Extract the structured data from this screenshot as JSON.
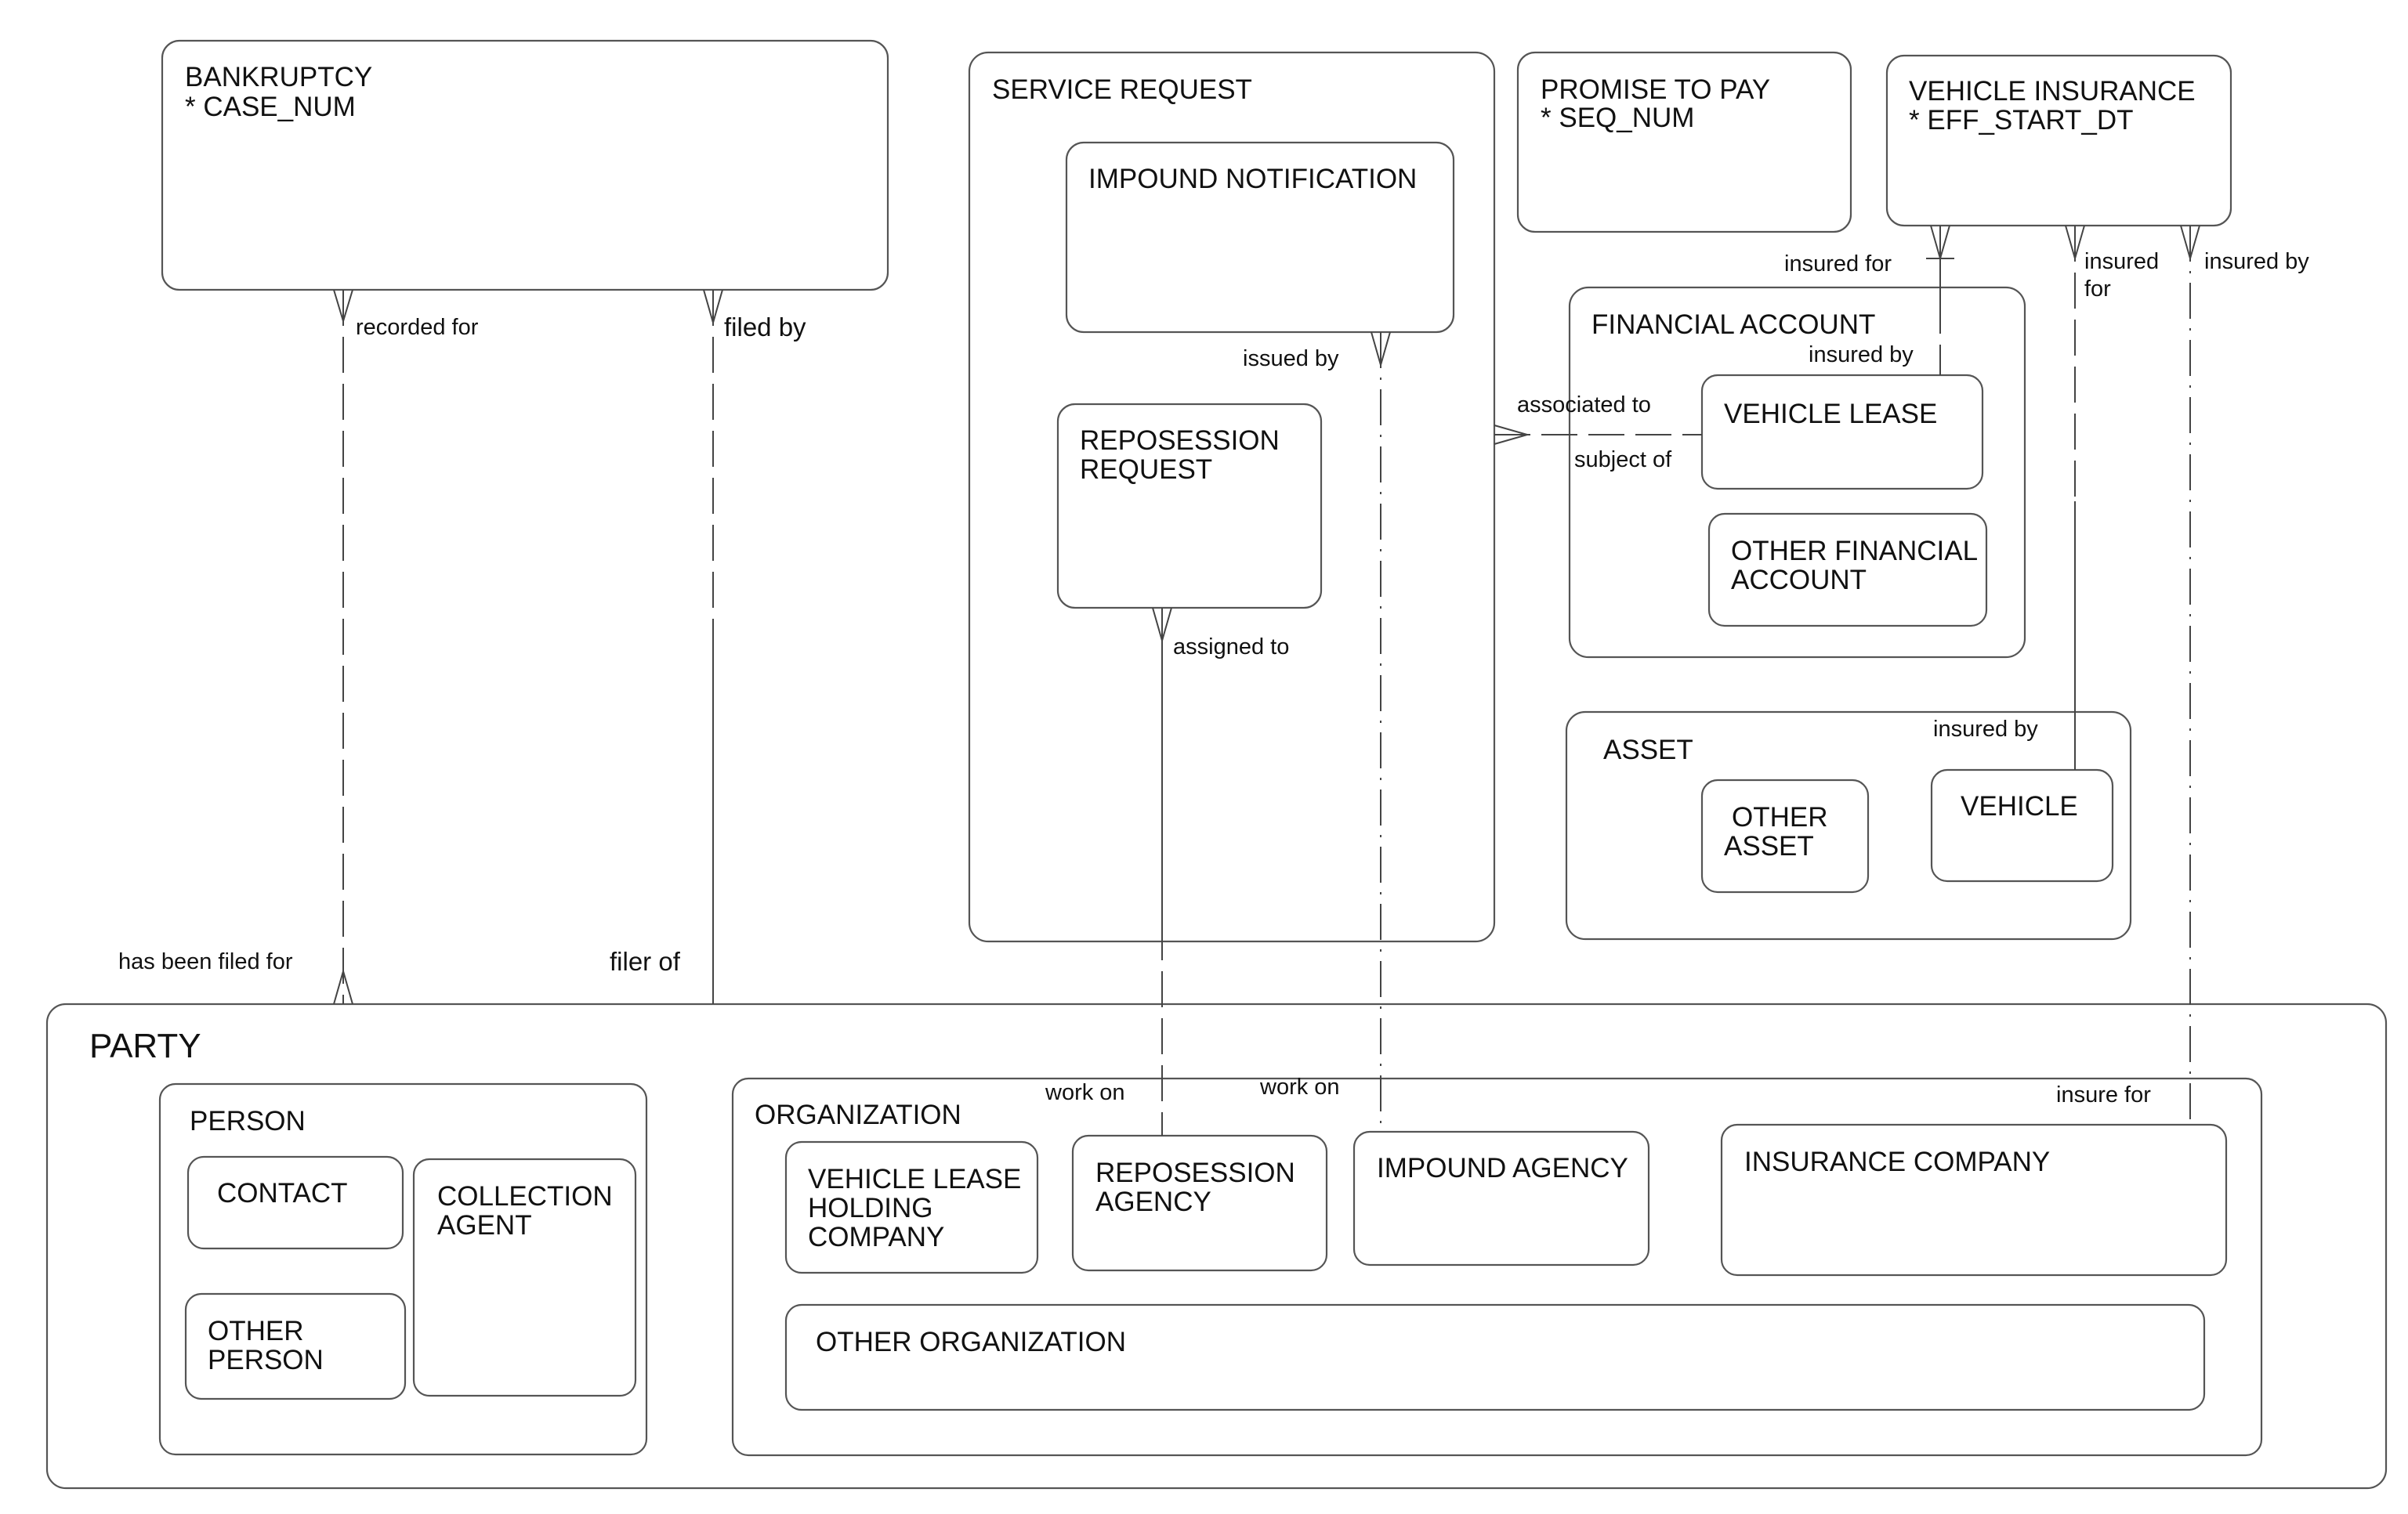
{
  "entities": {
    "bankruptcy": {
      "name": "BANKRUPTCY",
      "attr": "*  CASE_NUM"
    },
    "service_request": {
      "name": "SERVICE REQUEST"
    },
    "impound_notification": {
      "name": "IMPOUND NOTIFICATION"
    },
    "reposession_request": {
      "name_line1": "REPOSESSION",
      "name_line2": "REQUEST"
    },
    "promise_to_pay": {
      "name": "PROMISE TO PAY",
      "attr": "*  SEQ_NUM"
    },
    "vehicle_insurance": {
      "name": "VEHICLE INSURANCE",
      "attr": "*  EFF_START_DT"
    },
    "financial_account": {
      "name": "FINANCIAL ACCOUNT"
    },
    "vehicle_lease": {
      "name": "VEHICLE  LEASE"
    },
    "other_financial_account": {
      "name_line1": "OTHER FINANCIAL",
      "name_line2": "ACCOUNT"
    },
    "asset": {
      "name": "ASSET"
    },
    "other_asset": {
      "name_line1": "OTHER",
      "name_line2": "ASSET"
    },
    "vehicle": {
      "name": "VEHICLE"
    },
    "party": {
      "name": "PARTY"
    },
    "person": {
      "name": "PERSON"
    },
    "contact": {
      "name": "CONTACT"
    },
    "collection_agent": {
      "name_line1": "COLLECTION",
      "name_line2": "AGENT"
    },
    "other_person": {
      "name_line1": "OTHER",
      "name_line2": "PERSON"
    },
    "organization": {
      "name": "ORGANIZATION"
    },
    "vehicle_lease_holding_company": {
      "name_line1": "VEHICLE LEASE",
      "name_line2": "HOLDING",
      "name_line3": "COMPANY"
    },
    "reposession_agency": {
      "name_line1": "REPOSESSION",
      "name_line2": "AGENCY"
    },
    "impound_agency": {
      "name": "IMPOUND AGENCY"
    },
    "insurance_company": {
      "name": "INSURANCE COMPANY"
    },
    "other_organization": {
      "name": "OTHER ORGANIZATION"
    }
  },
  "relationships": {
    "recorded_for": "recorded for",
    "has_been_filed_for": "has been filed for",
    "filed_by": "filed by",
    "filer_of": "filer of",
    "issued_by": "issued by",
    "impound_work_on": "work on",
    "assigned_to": "assigned to",
    "repo_work_on": "work on",
    "associated_to": "associated to",
    "subject_of": "subject of",
    "insured_for": "insured for",
    "lease_insured_by": "insured by",
    "insured_for_line1": "insured",
    "insured_for_line2": "for",
    "vehicle_insured_by": "insured by",
    "insured_by": "insured by",
    "insure_for": "insure for"
  }
}
